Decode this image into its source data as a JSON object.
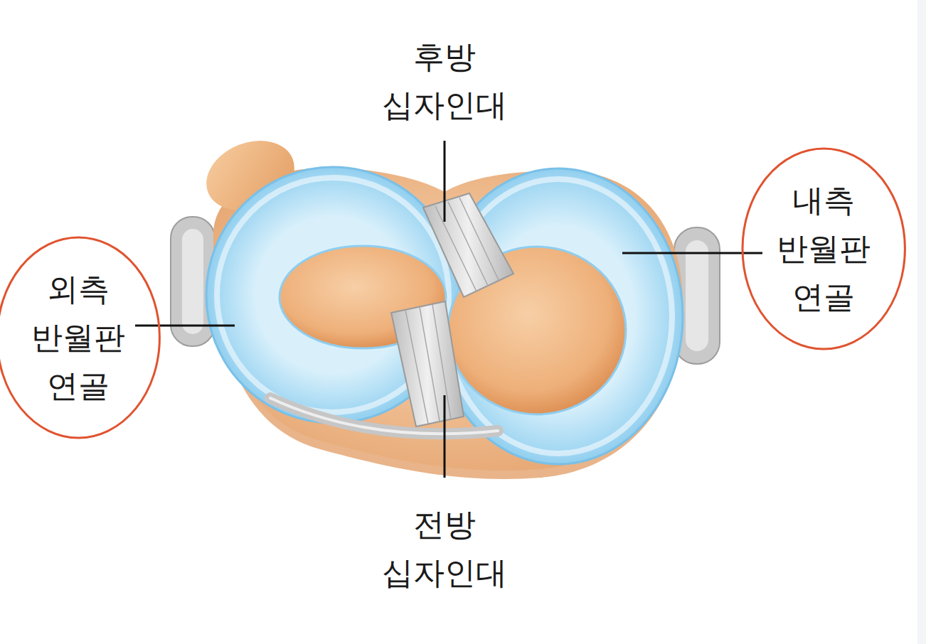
{
  "diagram": {
    "nodes": [
      {
        "text": [
          "외측 반월판 연골"
        ]
      },
      {
        "text": [
          "내측 반월판 연골"
        ]
      }
    ],
    "labels": [
      "후방 십자인대",
      "전방 십자인대"
    ]
  }
}
